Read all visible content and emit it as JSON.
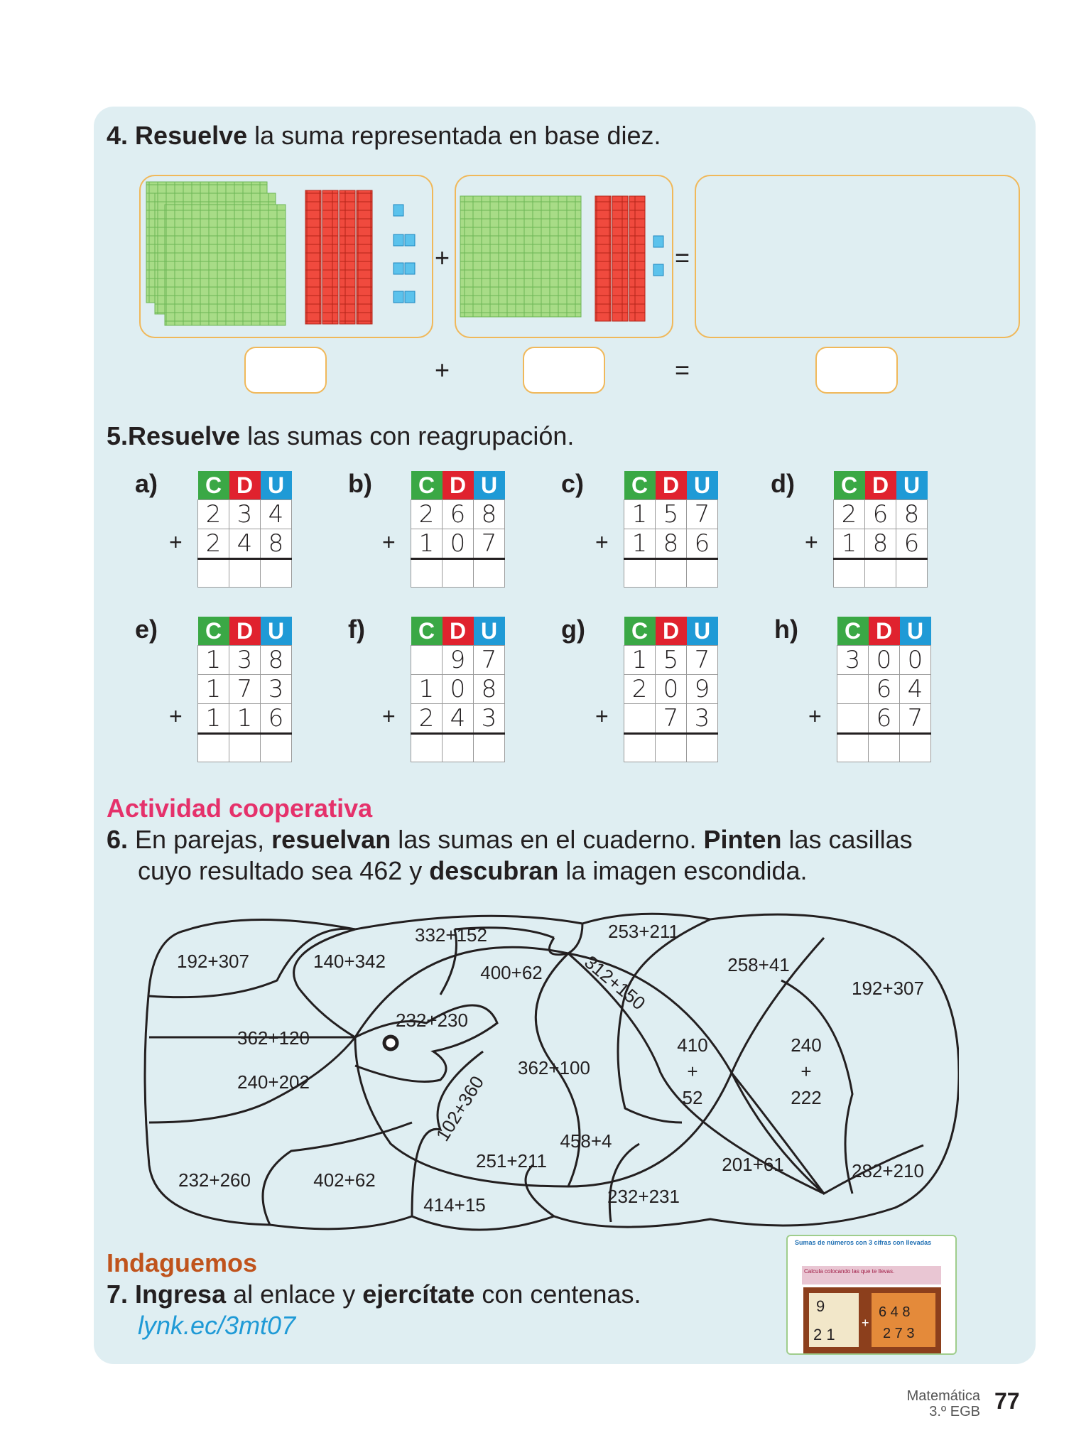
{
  "q4": {
    "num": "4.",
    "bold": "Resuelve",
    "rest": " la suma representada en base diez.",
    "plus": "+",
    "equals": "="
  },
  "q5": {
    "num": "5.",
    "bold": "Resuelve",
    "rest": " las sumas con reagrupación."
  },
  "headers": [
    "C",
    "D",
    "U"
  ],
  "problems": [
    {
      "label": "a)",
      "rows": [
        [
          "2",
          "3",
          "4"
        ],
        [
          "2",
          "4",
          "8"
        ]
      ]
    },
    {
      "label": "b)",
      "rows": [
        [
          "2",
          "6",
          "8"
        ],
        [
          "1",
          "0",
          "7"
        ]
      ]
    },
    {
      "label": "c)",
      "rows": [
        [
          "1",
          "5",
          "7"
        ],
        [
          "1",
          "8",
          "6"
        ]
      ]
    },
    {
      "label": "d)",
      "rows": [
        [
          "2",
          "6",
          "8"
        ],
        [
          "1",
          "8",
          "6"
        ]
      ]
    },
    {
      "label": "e)",
      "rows": [
        [
          "1",
          "3",
          "8"
        ],
        [
          "1",
          "7",
          "3"
        ],
        [
          "1",
          "1",
          "6"
        ]
      ]
    },
    {
      "label": "f)",
      "rows": [
        [
          "",
          "9",
          "7"
        ],
        [
          "1",
          "0",
          "8"
        ],
        [
          "2",
          "4",
          "3"
        ]
      ]
    },
    {
      "label": "g)",
      "rows": [
        [
          "1",
          "5",
          "7"
        ],
        [
          "2",
          "0",
          "9"
        ],
        [
          "",
          "7",
          "3"
        ]
      ]
    },
    {
      "label": "h)",
      "rows": [
        [
          "3",
          "0",
          "0"
        ],
        [
          "",
          "6",
          "4"
        ],
        [
          "",
          "6",
          "7"
        ]
      ]
    }
  ],
  "coop": {
    "title": "Actividad cooperativa",
    "num": "6.",
    "t1": " En parejas, ",
    "b1": "resuelvan",
    "t2": " las sumas en el cuaderno. ",
    "b2": "Pinten",
    "t3": " las casillas",
    "line2a": "cuyo resultado sea 462 y ",
    "b3": "descubran",
    "line2b": " la imagen escondida."
  },
  "puzzle": [
    "192+307",
    "140+342",
    "332+152",
    "253+211",
    "400+62",
    "312+150",
    "258+41",
    "192+307",
    "232+230",
    "362+120",
    "362+100",
    "410",
    "+",
    "52",
    "240",
    "+",
    "222",
    "240+202",
    "102+360",
    "458+4",
    "251+211",
    "201+61",
    "232+260",
    "402+62",
    "282+210",
    "414+15",
    "232+231"
  ],
  "indaguemos": {
    "title": "Indaguemos",
    "num": "7.",
    "b1": "Ingresa",
    "t1": " al enlace y ",
    "b2": "ejercítate",
    "t2": " con centenas.",
    "link": "lynk.ec/3mt07"
  },
  "thumb": {
    "title": "Sumas de números con 3 cifras con llevadas",
    "instr": "Calcula colocando las que te llevas.",
    "n1": "9",
    "n2": "2 1",
    "n3": "6 4 8",
    "n4": "2 7 3",
    "plus": "+"
  },
  "footer": {
    "subject": "Matemática",
    "grade": "3.º EGB",
    "page": "77"
  },
  "colors": {
    "panel": "#dfeef2",
    "box": "#f0b85a",
    "green": "#3aa845",
    "red": "#e0222e",
    "blue": "#1f9ad6",
    "pink": "#e5316b",
    "orange": "#c0531c"
  }
}
